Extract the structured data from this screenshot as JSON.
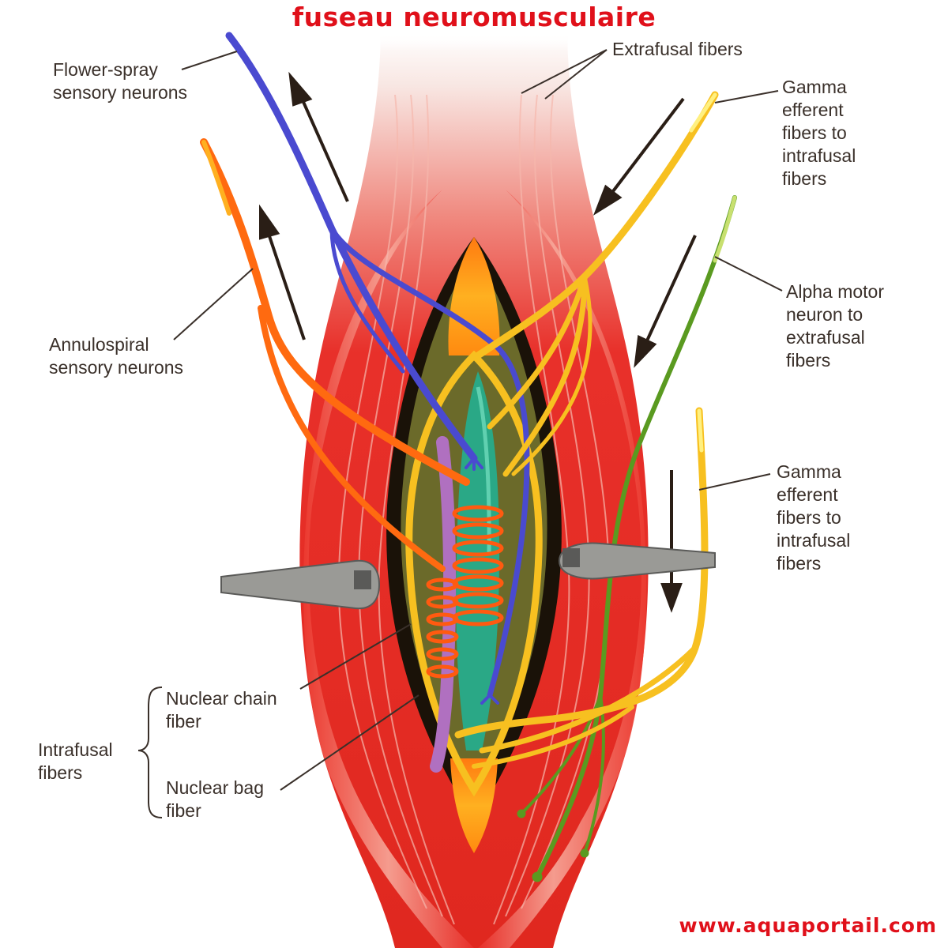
{
  "title": "fuseau neuromusculaire",
  "labels": {
    "extrafusal": "Extrafusal fibers",
    "flower_spray": "Flower-spray\nsensory neurons",
    "gamma_top": "Gamma\nefferent\nfibers to\nintrafusal\nfibers",
    "alpha": "Alpha motor\nneuron to\nextrafusal\nfibers",
    "annulospiral": "Annulospiral\nsensory neurons",
    "gamma_bottom": "Gamma\nefferent\nfibers to\nintrafusal\nfibers",
    "nuclear_chain": "Nuclear chain\nfiber",
    "intrafusal": "Intrafusal\nfibers",
    "nuclear_bag": "Nuclear bag\nfiber"
  },
  "watermark": "www.aquaportail.com",
  "colors": {
    "title": "#e0101a",
    "muscle": "#e8302a",
    "sensory_flower_spray": "#4a4ad0",
    "sensory_annulospiral": "#ff6a10",
    "gamma_efferent": "#f7c020",
    "alpha_motor": "#5a9a20",
    "nuclear_chain_fiber": "#b070c0",
    "nuclear_bag_fiber": "#2aa886",
    "label_text": "#3a302a"
  }
}
